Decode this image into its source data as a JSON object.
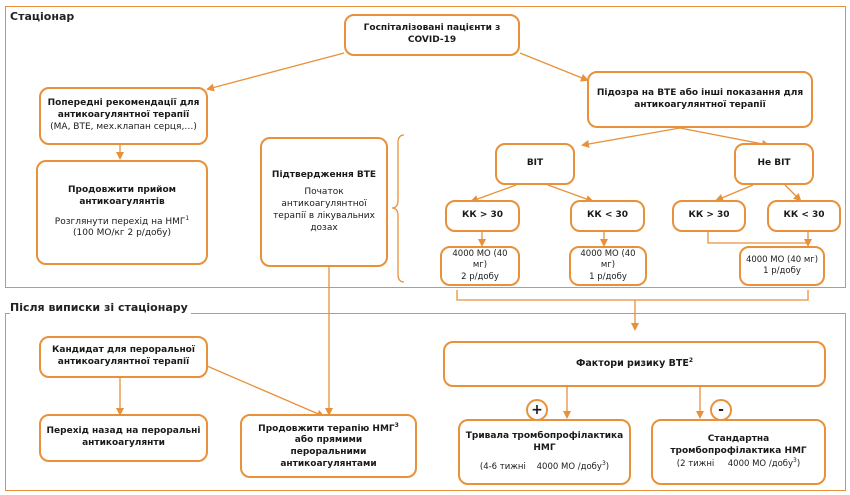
{
  "sections": {
    "inpatient": "Стаціонар",
    "after_discharge": "Після виписки зі стаціонару"
  },
  "nodes": {
    "hospitalized": {
      "line1": "Госпіталізовані пацієнти з",
      "line2": "COVID-19"
    },
    "prior": {
      "line1": "Попередні рекомендації для",
      "line2": "антикоагулянтної терапії",
      "line3": "(МА, ВТЕ, мех.клапан серця,…)"
    },
    "continue_ac": {
      "title1": "Продовжити прийом",
      "title2": "антикоагулянтів",
      "text1": "Розглянути перехід на НМГ",
      "text1_sup": "1",
      "text2": "(100 МО/кг 2 р/добу)"
    },
    "vte_confirm": {
      "title": "Підтвердження ВТЕ",
      "text1": "Початок",
      "text2": "антикоагулянтної",
      "text3": "терапії в лікувальних",
      "text4": "дозах"
    },
    "vte_suspect": {
      "line1": "Підозра на ВТЕ або інші показання для",
      "line2": "антикоагулянтної терапії"
    },
    "icu": "ВІТ",
    "non_icu": "Не ВІТ",
    "kk1": "КК > 30",
    "kk2": "КК < 30",
    "kk3": "КК > 30",
    "kk4": "КК < 30",
    "dose1": {
      "line1": "4000 МО (40 мг)",
      "line2": "2 р/добу"
    },
    "dose2": {
      "line1": "4000 МО (40 мг)",
      "line2": "1 р/добу"
    },
    "dose3": {
      "line1": "4000 МО (40 мг)",
      "line2": "1 р/добу"
    },
    "oral_candidate": {
      "line1": "Кандидат для пероральної",
      "line2": "антикоагулянтної терапії"
    },
    "switch_back": {
      "line1": "Перехід назад на пероральні",
      "line2": "антикоагулянти"
    },
    "continue_lmwh": {
      "line1": "Продовжити терапію НМГ",
      "line1_sup": "3",
      "line2": "або прямими",
      "line3": "пероральними антикоагулянтами"
    },
    "risk": {
      "text": "Фактори ризику ВТЕ",
      "sup": "2"
    },
    "prolonged": {
      "line1": "Тривала тромбопрофілактика",
      "line2": "НМГ",
      "line3": "(4-6 тижні    4000 МО /добу",
      "line3_sup": "3",
      "line3_end": ")"
    },
    "standard": {
      "line1": "Стандартна",
      "line2": "тромбопрофілактика НМГ",
      "line3": "(2 тижні     4000 МО /добу",
      "line3_sup": "3",
      "line3_end": ")"
    }
  },
  "signs": {
    "plus": "+",
    "minus": "-"
  },
  "colors": {
    "accent": "#e8913a",
    "text": "#1a1a1a",
    "background": "#ffffff"
  }
}
